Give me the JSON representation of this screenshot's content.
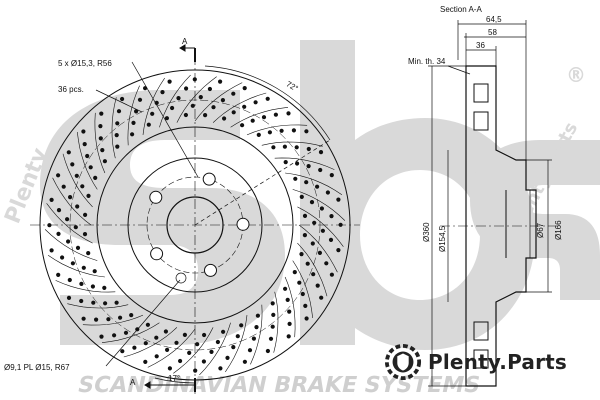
{
  "watermark": {
    "logo": "sbs",
    "tagline": "SCANDINAVIAN BRAKE SYSTEMS",
    "side_text_left": "Plenty",
    "side_text_right": "Plenty.Parts",
    "registered_mark": "®"
  },
  "drawing": {
    "section_title": "Section A-A",
    "hole_spec": "5 x Ø15,3, R56",
    "pcs_count": "36 pcs.",
    "drill_spec": "Ø9,1 PL Ø15, R67",
    "angle_72": "72°",
    "angle_17": "17°",
    "section_marker_top": "A",
    "section_marker_bottom": "A",
    "min_thickness": "Min. th. 34",
    "dim_64_5": "64,5",
    "dim_58": "58",
    "dim_36": "36",
    "dim_d360": "Ø360",
    "dim_d154_5": "Ø154,5",
    "dim_d67": "Ø67",
    "dim_d166": "Ø166"
  },
  "brand": {
    "name": "Plenty.Parts",
    "icon": "gear-shield-icon"
  },
  "colors": {
    "line": "#111111",
    "watermark": "#d6d6d6",
    "badge_text": "#222222"
  }
}
